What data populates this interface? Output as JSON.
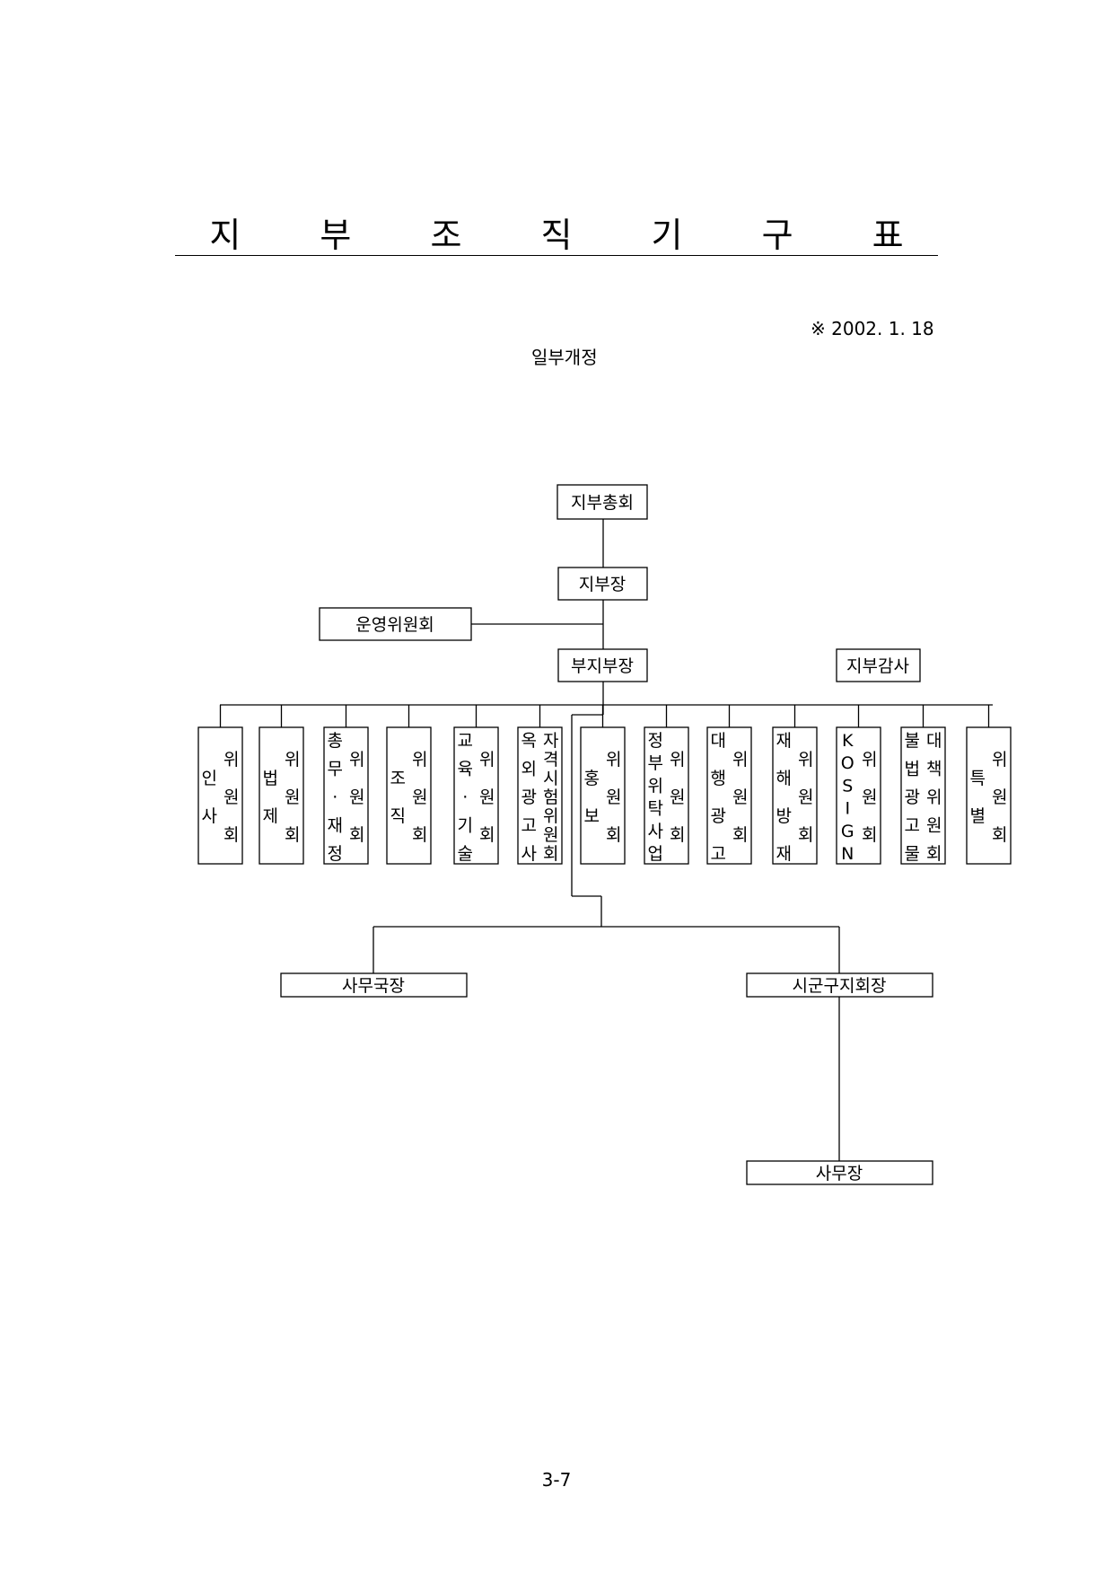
{
  "title": "지 부 조 직 기 구 표",
  "note": "※ 2002. 1. 18",
  "revision": "일부개정",
  "page_number": "3-7",
  "nodes": {
    "general_assembly": "지부총회",
    "branch_head": "지부장",
    "steering_committee": "운영위원회",
    "vice_head": "부지부장",
    "auditor": "지부감사",
    "secretary_general": "사무국장",
    "district_head": "시군구지회장",
    "office_manager": "사무장"
  },
  "committees": [
    {
      "cols": [
        "인사",
        "위원회"
      ]
    },
    {
      "cols": [
        "법제",
        "위원회"
      ]
    },
    {
      "cols": [
        "총무·재정",
        "위원회"
      ]
    },
    {
      "cols": [
        "조직",
        "위원회"
      ]
    },
    {
      "cols": [
        "교육·기술",
        "위원회"
      ]
    },
    {
      "cols": [
        "옥외광고사",
        "자격시험위원회"
      ]
    },
    {
      "cols": [
        "홍보",
        "위원회"
      ]
    },
    {
      "cols": [
        "정부위탁사업",
        "위원회"
      ]
    },
    {
      "cols": [
        "대행광고",
        "위원회"
      ]
    },
    {
      "cols": [
        "재해방재",
        "위원회"
      ]
    },
    {
      "cols": [
        "KOSIGN",
        "위원회"
      ]
    },
    {
      "cols": [
        "불법광고물",
        "대책위원회"
      ]
    },
    {
      "cols": [
        "특별",
        "위원회"
      ]
    }
  ]
}
